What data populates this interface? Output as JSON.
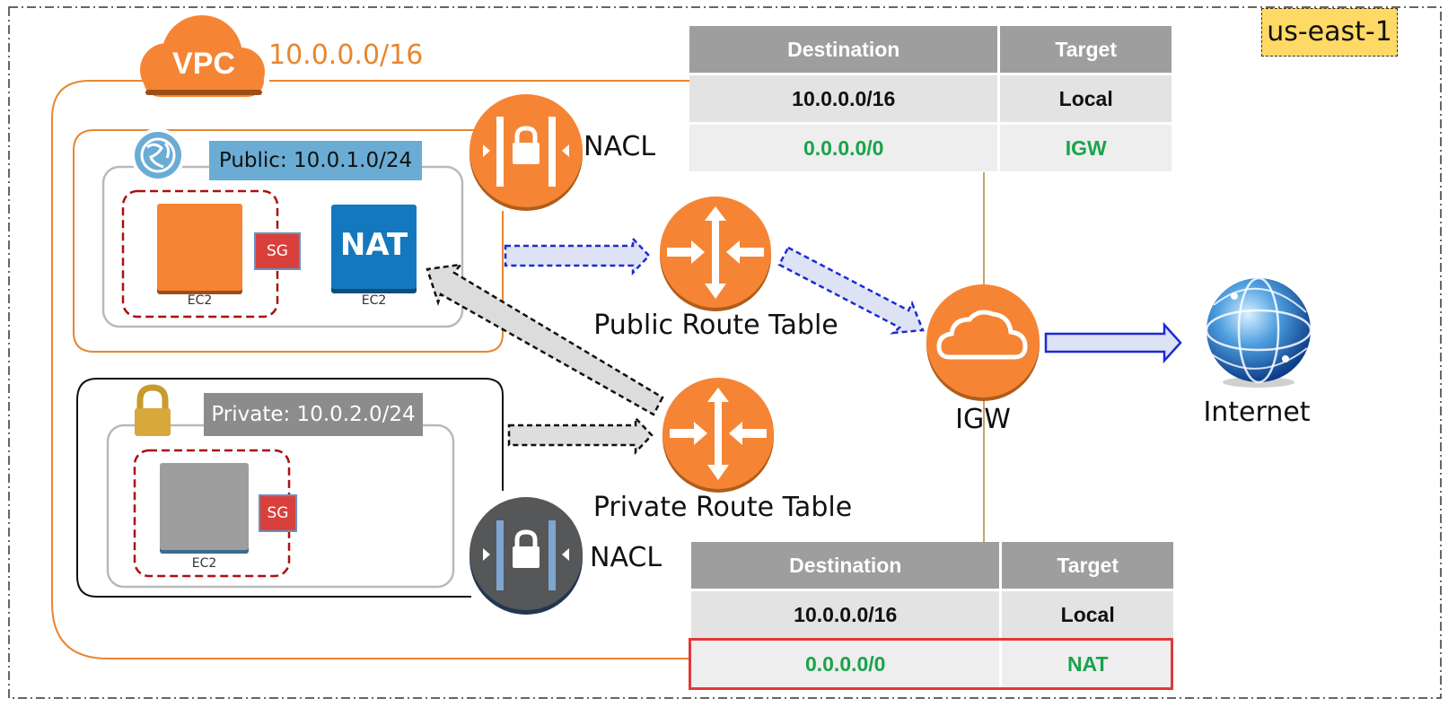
{
  "region": {
    "label": "us-east-1"
  },
  "vpc": {
    "label": "VPC",
    "cidr": "10.0.0.0/16"
  },
  "public_subnet": {
    "label": "Public: 10.0.1.0/24",
    "instances": [
      {
        "type": "EC2",
        "caption": "EC2"
      },
      {
        "type": "NAT",
        "label": "NAT",
        "caption": "EC2"
      }
    ],
    "security_group": "SG",
    "nacl_label": "NACL"
  },
  "private_subnet": {
    "label": "Private: 10.0.2.0/24",
    "instances": [
      {
        "type": "EC2",
        "caption": "EC2"
      }
    ],
    "security_group": "SG",
    "nacl_label": "NACL"
  },
  "public_route_table": {
    "label": "Public Route Table",
    "headers": [
      "Destination",
      "Target"
    ],
    "rows": [
      {
        "destination": "10.0.0.0/16",
        "target": "Local"
      },
      {
        "destination": "0.0.0.0/0",
        "target": "IGW"
      }
    ]
  },
  "private_route_table": {
    "label": "Private Route Table",
    "headers": [
      "Destination",
      "Target"
    ],
    "rows": [
      {
        "destination": "10.0.0.0/16",
        "target": "Local"
      },
      {
        "destination": "0.0.0.0/0",
        "target": "NAT"
      }
    ]
  },
  "igw": {
    "label": "IGW"
  },
  "internet": {
    "label": "Internet"
  },
  "colors": {
    "aws_orange": "#f58534",
    "vpc_text": "#e8862e",
    "public_blue": "#6aacd4",
    "nat_blue": "#1478be",
    "sg_red": "#d9403b",
    "route_green": "#1aa34a",
    "flow_blue": "#1b2bd1",
    "region_yellow": "#ffd966"
  }
}
